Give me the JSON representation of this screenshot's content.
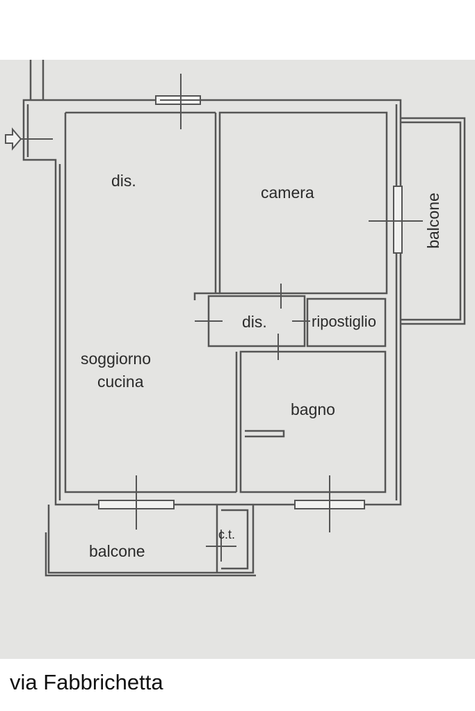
{
  "floor_plan": {
    "rooms": [
      {
        "id": "entrance",
        "label": "dis."
      },
      {
        "id": "bedroom",
        "label": "camera"
      },
      {
        "id": "right-balcony",
        "label": "balcone"
      },
      {
        "id": "hall",
        "label": "dis."
      },
      {
        "id": "storage",
        "label": "ripostiglio"
      },
      {
        "id": "living",
        "label_line1": "soggiorno",
        "label_line2": "cucina"
      },
      {
        "id": "bathroom",
        "label": "bagno"
      },
      {
        "id": "boiler",
        "label": "c.t."
      },
      {
        "id": "bottom-balcony",
        "label": "balcone"
      }
    ],
    "street": "via Fabbrichetta",
    "colors": {
      "background": "#e4e4e2",
      "wall": "#555555",
      "text": "#2a2a2a"
    },
    "icons": [
      "entrance-arrow-icon",
      "window-icon"
    ]
  }
}
